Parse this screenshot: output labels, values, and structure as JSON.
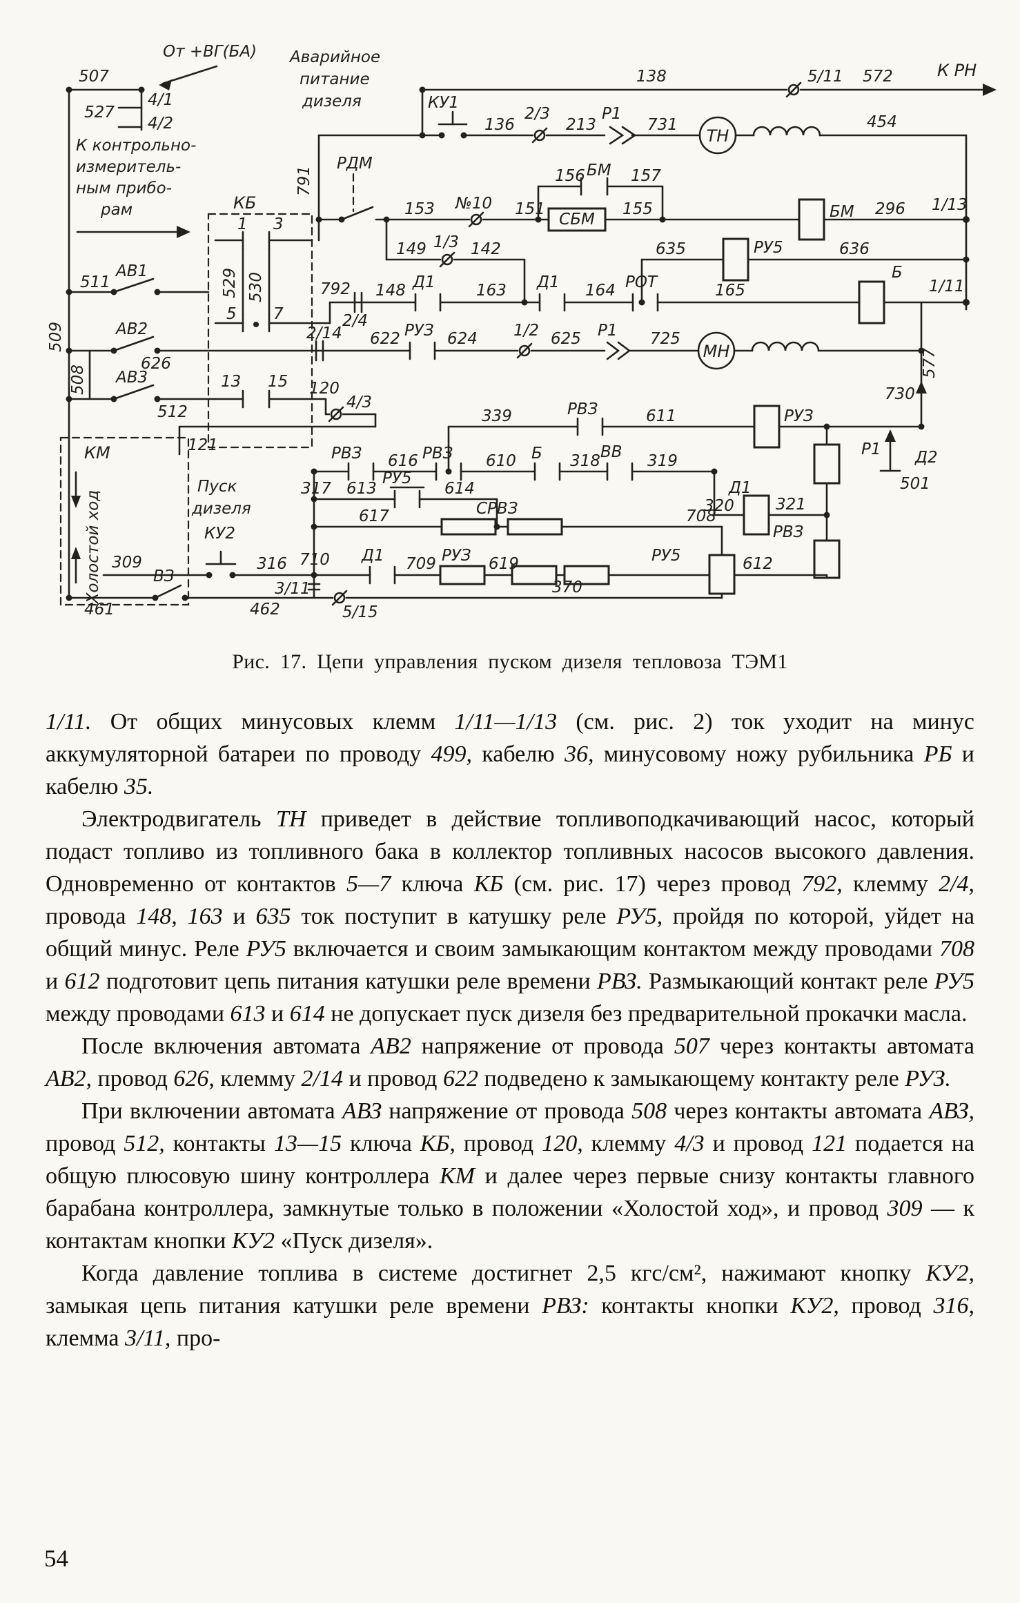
{
  "page": {
    "number": "54"
  },
  "figure": {
    "caption": "Рис. 17. Цепи управления пуском дизеля тепловоза ТЭМ1",
    "labels": {
      "w507": "507",
      "ot_vg": "От +ВГ(БА)",
      "w527": "527",
      "t4_1": "4/1",
      "t4_2": "4/2",
      "kip1": "К контрольно-",
      "kip2": "измеритель-",
      "kip3": "ным прибо-",
      "kip4": "рам",
      "avar1": "Аварийное",
      "avar2": "питание",
      "avar3": "дизеля",
      "w138": "138",
      "t5_11": "5/11",
      "w572": "572",
      "k_rn": "К РН",
      "ku1": "КУ1",
      "w136": "136",
      "t2_3": "2/3",
      "w213": "213",
      "r1_a": "Р1",
      "w731": "731",
      "tn": "ТН",
      "w454": "454",
      "rdm": "РДМ",
      "w791": "791",
      "w156": "156",
      "bm_a": "БМ",
      "w157": "157",
      "kb": "КБ",
      "w153": "153",
      "n10": "№10",
      "w151": "151",
      "sbm": "СБМ",
      "w155": "155",
      "bm_b": "БМ",
      "w296": "296",
      "t1_13": "1/13",
      "w149": "149",
      "t1_3": "1/3",
      "w142": "142",
      "w635": "635",
      "ru5_a": "РУ5",
      "w636": "636",
      "av1": "АВ1",
      "w511": "511",
      "w529": "529",
      "w530": "530",
      "c1": "1",
      "c3": "3",
      "c5": "5",
      "c7": "7",
      "c13": "13",
      "c15": "15",
      "w792": "792",
      "w148": "148",
      "d1_a": "Д1",
      "w163": "163",
      "d1_b": "Д1",
      "w164": "164",
      "rot": "РОТ",
      "w165": "165",
      "b_coil": "Б",
      "t1_11": "1/11",
      "t2_4": "2/4",
      "av2": "АВ2",
      "w626": "626",
      "t2_14": "2/14",
      "w622": "622",
      "ruz_a": "РУЗ",
      "w624": "624",
      "t1_2": "1/2",
      "w625": "625",
      "r1_b": "Р1",
      "w725": "725",
      "mn": "МН",
      "w577": "577",
      "w730": "730",
      "w509": "509",
      "w508": "508",
      "av3": "АВ3",
      "w512": "512",
      "w120": "120",
      "t4_3": "4/3",
      "km": "КМ",
      "w121": "121",
      "idle": "Холостой ход",
      "w339": "339",
      "rvz_a": "РВЗ",
      "w611": "611",
      "ruz_b": "РУЗ",
      "d2": "Д2",
      "r1_c": "Р1",
      "w501": "501",
      "pusk1": "Пуск",
      "pusk2": "дизеля",
      "ku2": "КУ2",
      "rvz_b": "РВЗ",
      "w616": "616",
      "rvz_c": "РВЗ",
      "w610": "610",
      "b_cnt": "Б",
      "w318": "318",
      "vv": "ВВ",
      "w319": "319",
      "d1_c": "Д1",
      "w320": "320",
      "w321": "321",
      "rvz_d": "РВЗ",
      "w317": "317",
      "w613": "613",
      "ru5_b": "РУ5",
      "w614": "614",
      "w617": "617",
      "srvz": "СРВЗ",
      "w708": "708",
      "w309": "309",
      "w316": "316",
      "w710": "710",
      "d1_d": "Д1",
      "w709": "709",
      "ruz_c": "РУЗ",
      "w619": "619",
      "ru5_c": "РУ5",
      "w612": "612",
      "w461": "461",
      "vz": "ВЗ",
      "w462": "462",
      "t3_11": "3/11",
      "t5_15": "5/15",
      "w370": "370"
    }
  },
  "body": {
    "paragraphs": [
      {
        "runs": [
          {
            "t": "1/11.",
            "i": true
          },
          {
            "t": " От общих минусовых клемм "
          },
          {
            "t": "1/11—1/13",
            "i": true
          },
          {
            "t": " (см. рис. 2) ток уходит на минус аккумуляторной батареи по проводу "
          },
          {
            "t": "499,",
            "i": true
          },
          {
            "t": " кабелю "
          },
          {
            "t": "36,",
            "i": true
          },
          {
            "t": " минусовому ножу рубильника "
          },
          {
            "t": "РБ",
            "i": true
          },
          {
            "t": " и кабелю "
          },
          {
            "t": "35.",
            "i": true
          }
        ]
      },
      {
        "runs": [
          {
            "t": "Электродвигатель "
          },
          {
            "t": "ТН",
            "i": true
          },
          {
            "t": " приведет в действие топливоподкачивающий насос, который подаст топливо из топливного бака в коллектор топливных насосов высокого давления. Одновременно от контактов "
          },
          {
            "t": "5—7",
            "i": true
          },
          {
            "t": " ключа "
          },
          {
            "t": "КБ",
            "i": true
          },
          {
            "t": " (см. рис. 17) через провод "
          },
          {
            "t": "792,",
            "i": true
          },
          {
            "t": " клемму "
          },
          {
            "t": "2/4,",
            "i": true
          },
          {
            "t": " провода "
          },
          {
            "t": "148, 163",
            "i": true
          },
          {
            "t": " и "
          },
          {
            "t": "635",
            "i": true
          },
          {
            "t": " ток поступит в катушку реле "
          },
          {
            "t": "РУ5,",
            "i": true
          },
          {
            "t": " пройдя по которой, уйдет на общий минус. Реле "
          },
          {
            "t": "РУ5",
            "i": true
          },
          {
            "t": " включается и своим замыкающим контактом между проводами "
          },
          {
            "t": "708",
            "i": true
          },
          {
            "t": " и "
          },
          {
            "t": "612",
            "i": true
          },
          {
            "t": " подготовит цепь питания катушки реле времени "
          },
          {
            "t": "РВЗ.",
            "i": true
          },
          {
            "t": " Размыкающий контакт реле "
          },
          {
            "t": "РУ5",
            "i": true
          },
          {
            "t": " между проводами "
          },
          {
            "t": "613",
            "i": true
          },
          {
            "t": " и "
          },
          {
            "t": "614",
            "i": true
          },
          {
            "t": " не допускает пуск дизеля без предварительной прокачки масла."
          }
        ]
      },
      {
        "runs": [
          {
            "t": "После включения автомата "
          },
          {
            "t": "АВ2",
            "i": true
          },
          {
            "t": " напряжение от провода "
          },
          {
            "t": "507",
            "i": true
          },
          {
            "t": " через контакты автомата "
          },
          {
            "t": "АВ2,",
            "i": true
          },
          {
            "t": " провод "
          },
          {
            "t": "626,",
            "i": true
          },
          {
            "t": " клемму "
          },
          {
            "t": "2/14",
            "i": true
          },
          {
            "t": " и провод "
          },
          {
            "t": "622",
            "i": true
          },
          {
            "t": " подведено к замыкающему контакту реле "
          },
          {
            "t": "РУЗ.",
            "i": true
          }
        ]
      },
      {
        "runs": [
          {
            "t": "При включении автомата "
          },
          {
            "t": "АВЗ",
            "i": true
          },
          {
            "t": " напряжение от провода "
          },
          {
            "t": "508",
            "i": true
          },
          {
            "t": " через контакты автомата "
          },
          {
            "t": "АВЗ,",
            "i": true
          },
          {
            "t": " провод "
          },
          {
            "t": "512,",
            "i": true
          },
          {
            "t": " контакты "
          },
          {
            "t": "13—15",
            "i": true
          },
          {
            "t": " ключа "
          },
          {
            "t": "КБ,",
            "i": true
          },
          {
            "t": " провод "
          },
          {
            "t": "120,",
            "i": true
          },
          {
            "t": " клемму "
          },
          {
            "t": "4/3",
            "i": true
          },
          {
            "t": " и провод "
          },
          {
            "t": "121",
            "i": true
          },
          {
            "t": " подается на общую плюсовую шину контроллера "
          },
          {
            "t": "КМ",
            "i": true
          },
          {
            "t": " и далее через первые снизу контакты главного барабана контроллера, замкнутые только в положении «Холостой ход», и провод "
          },
          {
            "t": "309",
            "i": true
          },
          {
            "t": " — к контактам кнопки "
          },
          {
            "t": "КУ2",
            "i": true
          },
          {
            "t": " «Пуск дизеля»."
          }
        ]
      },
      {
        "runs": [
          {
            "t": "Когда давление топлива в системе достигнет 2,5 кгс/см², нажимают кнопку "
          },
          {
            "t": "КУ2,",
            "i": true
          },
          {
            "t": " замыкая цепь питания катушки реле времени "
          },
          {
            "t": "РВЗ:",
            "i": true
          },
          {
            "t": " контакты кнопки "
          },
          {
            "t": "КУ2,",
            "i": true
          },
          {
            "t": " провод "
          },
          {
            "t": "316,",
            "i": true
          },
          {
            "t": " клемма "
          },
          {
            "t": "3/11,",
            "i": true
          },
          {
            "t": " про-"
          }
        ]
      }
    ]
  }
}
